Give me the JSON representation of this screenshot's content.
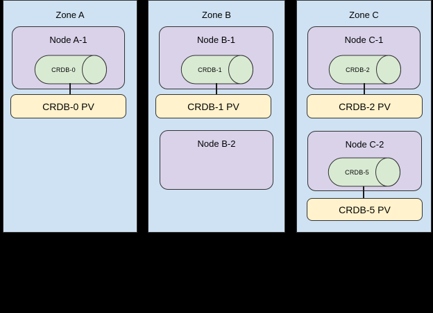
{
  "colors": {
    "background": "#000000",
    "zone-fill": "#cfe2f3",
    "node-fill": "#d9d2e9",
    "pod-fill": "#d9ead3",
    "pv-fill": "#fff2cc",
    "stroke": "#333333",
    "text": "#000000"
  },
  "zones": [
    {
      "label": "Zone A",
      "node1": {
        "label": "Node A-1",
        "pod": "CRDB-0"
      },
      "pv1": "CRDB-0 PV"
    },
    {
      "label": "Zone B",
      "node1": {
        "label": "Node B-1",
        "pod": "CRDB-1"
      },
      "pv1": "CRDB-1 PV",
      "node2": {
        "label": "Node B-2"
      }
    },
    {
      "label": "Zone C",
      "node1": {
        "label": "Node C-1",
        "pod": "CRDB-2"
      },
      "pv1": "CRDB-2 PV",
      "node2": {
        "label": "Node C-2",
        "pod": "CRDB-5"
      },
      "pv2": "CRDB-5 PV"
    }
  ]
}
